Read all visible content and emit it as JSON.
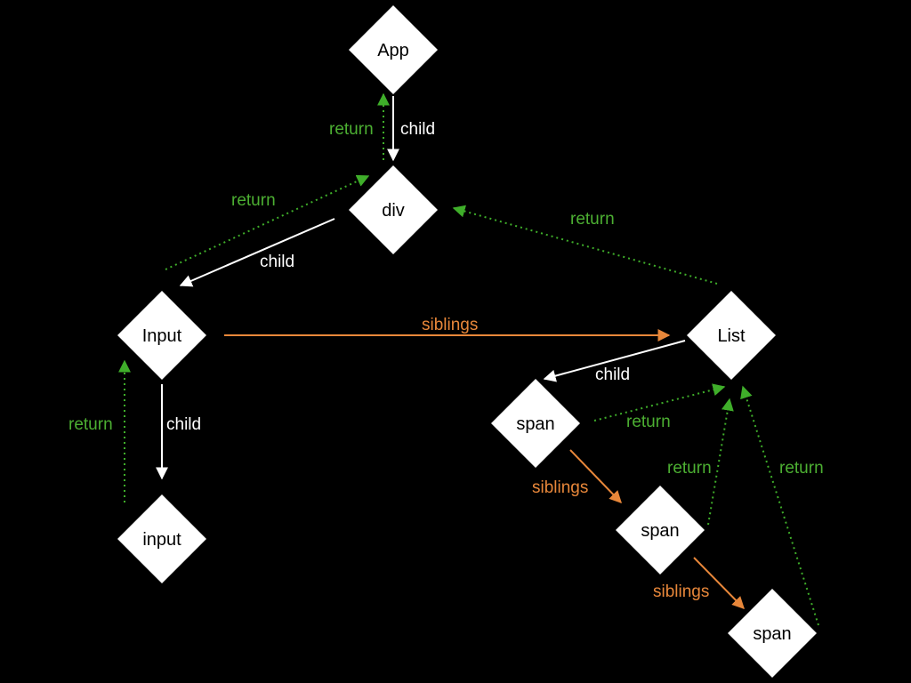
{
  "colors": {
    "background": "#000000",
    "node_fill": "#ffffff",
    "node_text": "#000000",
    "child": "#ffffff",
    "return": "#3fae2a",
    "siblings": "#e8873a"
  },
  "nodes": {
    "app": "App",
    "div": "div",
    "input_comp": "Input",
    "input_el": "input",
    "list": "List",
    "span1": "span",
    "span2": "span",
    "span3": "span"
  },
  "edges": [
    {
      "id": "app-div-child",
      "from": "App",
      "to": "div",
      "relation": "child",
      "label": "child"
    },
    {
      "id": "div-app-return",
      "from": "div",
      "to": "App",
      "relation": "return",
      "label": "return"
    },
    {
      "id": "div-input-child",
      "from": "div",
      "to": "Input",
      "relation": "child",
      "label": "child"
    },
    {
      "id": "input-div-return",
      "from": "Input",
      "to": "div",
      "relation": "return",
      "label": "return"
    },
    {
      "id": "list-div-return",
      "from": "List",
      "to": "div",
      "relation": "return",
      "label": "return"
    },
    {
      "id": "input-list-siblings",
      "from": "Input",
      "to": "List",
      "relation": "siblings",
      "label": "siblings"
    },
    {
      "id": "input-inputel-child",
      "from": "Input",
      "to": "input",
      "relation": "child",
      "label": "child"
    },
    {
      "id": "inputel-input-return",
      "from": "input",
      "to": "Input",
      "relation": "return",
      "label": "return"
    },
    {
      "id": "list-span1-child",
      "from": "List",
      "to": "span",
      "relation": "child",
      "label": "child"
    },
    {
      "id": "span1-list-return",
      "from": "span",
      "to": "List",
      "relation": "return",
      "label": "return"
    },
    {
      "id": "span1-span2-siblings",
      "from": "span",
      "to": "span",
      "relation": "siblings",
      "label": "siblings"
    },
    {
      "id": "span2-list-return",
      "from": "span",
      "to": "List",
      "relation": "return",
      "label": "return"
    },
    {
      "id": "span2-span3-siblings",
      "from": "span",
      "to": "span",
      "relation": "siblings",
      "label": "siblings"
    },
    {
      "id": "span3-list-return",
      "from": "span",
      "to": "List",
      "relation": "return",
      "label": "return"
    }
  ]
}
